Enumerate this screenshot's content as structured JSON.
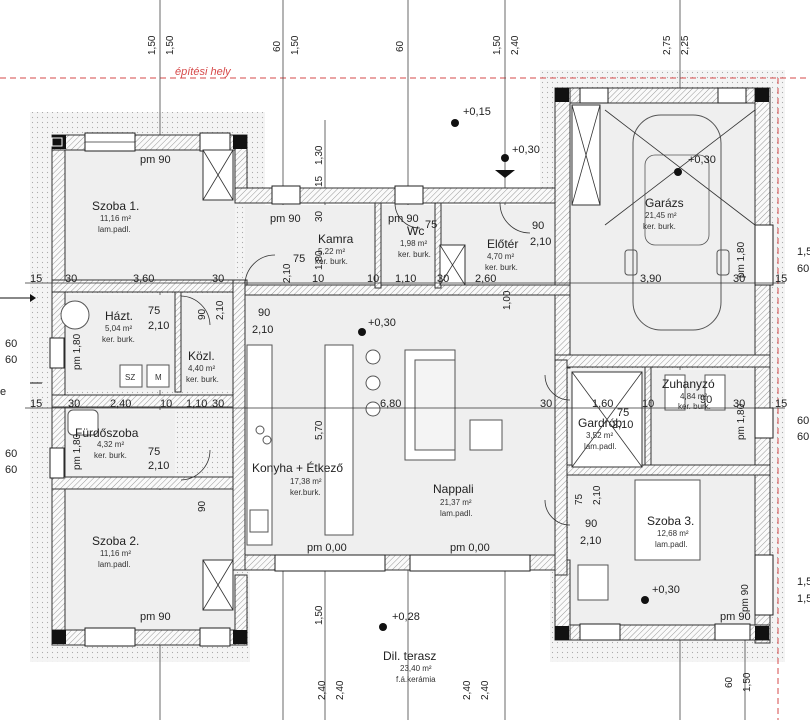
{
  "plan": {
    "building_site_label": "építési hely",
    "rooms": {
      "szoba1": {
        "name": "Szoba 1.",
        "area": "11,16 m²",
        "finish": "lam.padl."
      },
      "kamra": {
        "name": "Kamra",
        "area": "5,22 m²",
        "finish": "ker. burk."
      },
      "wc": {
        "name": "Wc",
        "area": "1,98 m²",
        "finish": "ker. burk."
      },
      "eloter": {
        "name": "Előtér",
        "area": "4,70 m²",
        "finish": "ker. burk."
      },
      "garazs": {
        "name": "Garázs",
        "area": "21,45 m²",
        "finish": "ker. burk."
      },
      "haztart": {
        "name": "Házt.",
        "area": "5,04 m²",
        "finish": "ker. burk."
      },
      "kozl": {
        "name": "Közl.",
        "area": "4,40 m²",
        "finish": "ker. burk."
      },
      "furdo": {
        "name": "Fürdőszoba",
        "area": "4,32 m²",
        "finish": "ker. burk."
      },
      "konyha": {
        "name": "Konyha + Étkező",
        "area": "17,38 m²",
        "finish": "ker.burk."
      },
      "nappali": {
        "name": "Nappali",
        "area": "21,37 m²",
        "finish": "lam.padl."
      },
      "zuhany": {
        "name": "Zuhanyzó",
        "area": "4,84 m²",
        "finish": "ker. burk."
      },
      "gardrob": {
        "name": "Gardrób",
        "area": "3,52 m²",
        "finish": "lam.padl."
      },
      "szoba2": {
        "name": "Szoba 2.",
        "area": "11,16 m²",
        "finish": "lam.padl."
      },
      "szoba3": {
        "name": "Szoba 3.",
        "area": "12,68 m²",
        "finish": "lam.padl."
      },
      "terasz": {
        "name": "Dil. terasz",
        "area": "23,40 m²",
        "finish": "f.á.kerámia"
      }
    },
    "levels": {
      "p015": "+0,15",
      "p030a": "+0,30",
      "p030b": "+0,30",
      "p030c": "+0,30",
      "p030d": "+0,30",
      "p028": "+0,28",
      "pm0a": "pm 0,00",
      "pm0b": "pm 0,00",
      "pm90a": "pm 90",
      "pm90b": "pm 90",
      "pm90c": "pm 90",
      "pm90d": "pm 90",
      "pm90e": "pm 90",
      "pm90f": "pm 90",
      "pm180a": "pm 1,80",
      "pm180b": "pm 1,80",
      "pm180c": "pm 1,80",
      "pm180d": "pm 1,80"
    },
    "dims": {
      "d15a": "15",
      "d30a": "30",
      "d360": "3,60",
      "d30b": "30",
      "d10a": "10",
      "d10b": "10",
      "d110a": "1,10",
      "d30c": "30",
      "d260": "2,60",
      "d390": "3,90",
      "d30d": "30",
      "d15b": "15",
      "d15c": "15",
      "d30e": "30",
      "d240": "2,40",
      "d10c": "10",
      "d110b": "1,10",
      "d30f": "30",
      "d680": "6,80",
      "d30g": "30",
      "d160": "1,60",
      "d10d": "10",
      "d30h": "30",
      "d15d": "15",
      "d75a": "75",
      "d210a": "2,10",
      "d90a": "90",
      "d210b": "2,10",
      "d90b": "90",
      "d210c": "2,10",
      "d75b": "75",
      "d210d": "2,10",
      "d90c": "90",
      "d210e": "2,10",
      "d90d": "90",
      "d210f": "2,10",
      "d75c": "75",
      "d210g": "2,10",
      "d75d": "75",
      "d90e": "90",
      "d75e": "75",
      "d210h": "2,10",
      "d90f": "90",
      "d75f": "75",
      "t150": "1,50",
      "t150b": "1,50",
      "t60a": "60",
      "t150c": "1,50",
      "t60b": "60",
      "t150d": "1,50",
      "t240": "2,40",
      "t275": "2,75",
      "t225": "2,25",
      "v130": "1,30",
      "v15": "15",
      "v30": "30",
      "v180": "1,80",
      "v570": "5,70",
      "v150": "1,50",
      "v210": "2,10",
      "v100": "1,00",
      "b240a": "2,40",
      "b240b": "2,40",
      "b240c": "2,40",
      "b240d": "2,40",
      "b60": "60",
      "b150": "1,50",
      "l60a": "60",
      "l60b": "60",
      "l60c": "60",
      "l60d": "60",
      "r150a": "1,5",
      "r60a": "60",
      "r60b": "60",
      "r60c": "60",
      "r150b": "1,5",
      "r150c": "1,5",
      "dot": "e"
    },
    "fixtures": {
      "sz": "SZ",
      "m": "M"
    }
  }
}
